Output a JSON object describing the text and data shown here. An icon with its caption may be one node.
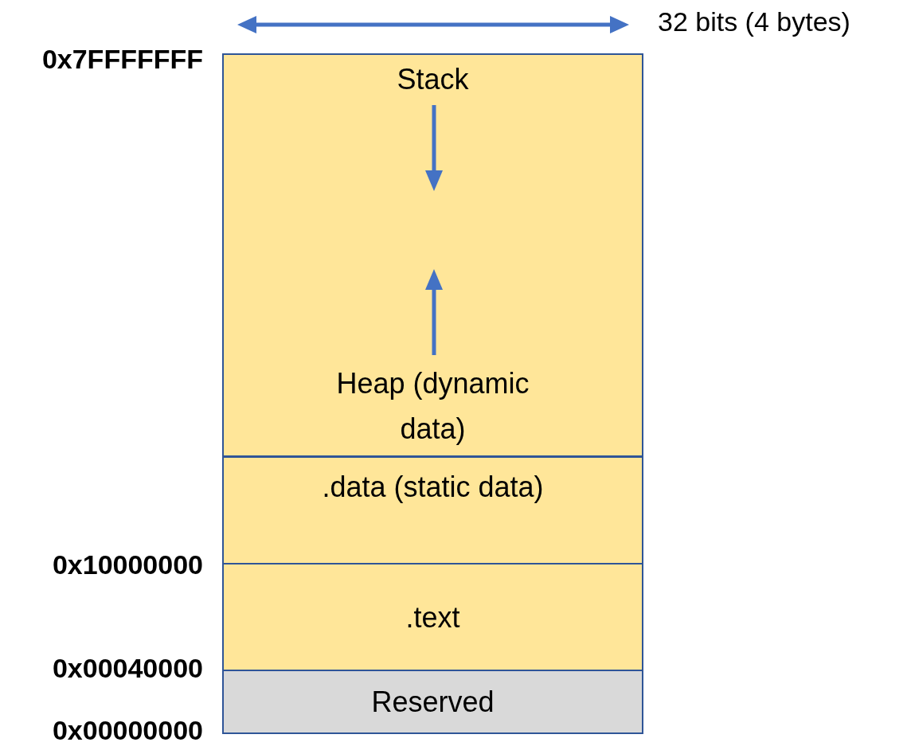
{
  "diagram": {
    "nodes": [
      {
        "text": [
          "Stack",
          "Heap (dynamic data)"
        ]
      },
      {
        "text": [
          ".data (static data)"
        ]
      },
      {
        "text": [
          ".text"
        ]
      },
      {
        "text": [
          "Reserved"
        ]
      }
    ],
    "labels": [
      "32 bits (4 bytes)",
      "0x7FFFFFFF",
      "0x10000000",
      "0x00040000",
      "0x00000000"
    ]
  }
}
